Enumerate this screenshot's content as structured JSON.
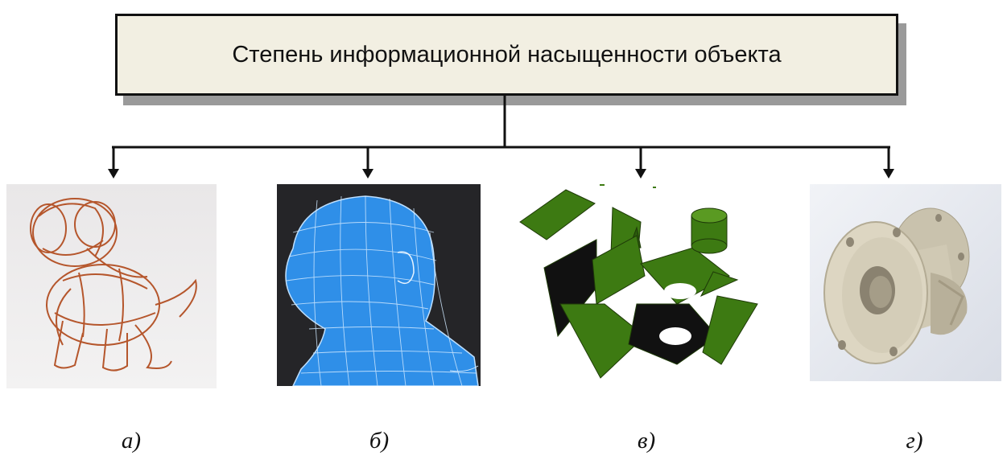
{
  "title": "Степень информационной насыщенности объекта",
  "items": [
    {
      "caption": "а)",
      "icon": "wire-dog-icon"
    },
    {
      "caption": "б)",
      "icon": "wireframe-head-icon"
    },
    {
      "caption": "в)",
      "icon": "surface-parts-icon"
    },
    {
      "caption": "г)",
      "icon": "solid-valve-icon"
    }
  ],
  "colors": {
    "title_fill": "#f2efe2",
    "shadow": "#9a9a9a",
    "wire": "#b5562c",
    "head": "#2f8fe8",
    "plates": "#3d7a12",
    "solid": "#d8d2bf"
  }
}
